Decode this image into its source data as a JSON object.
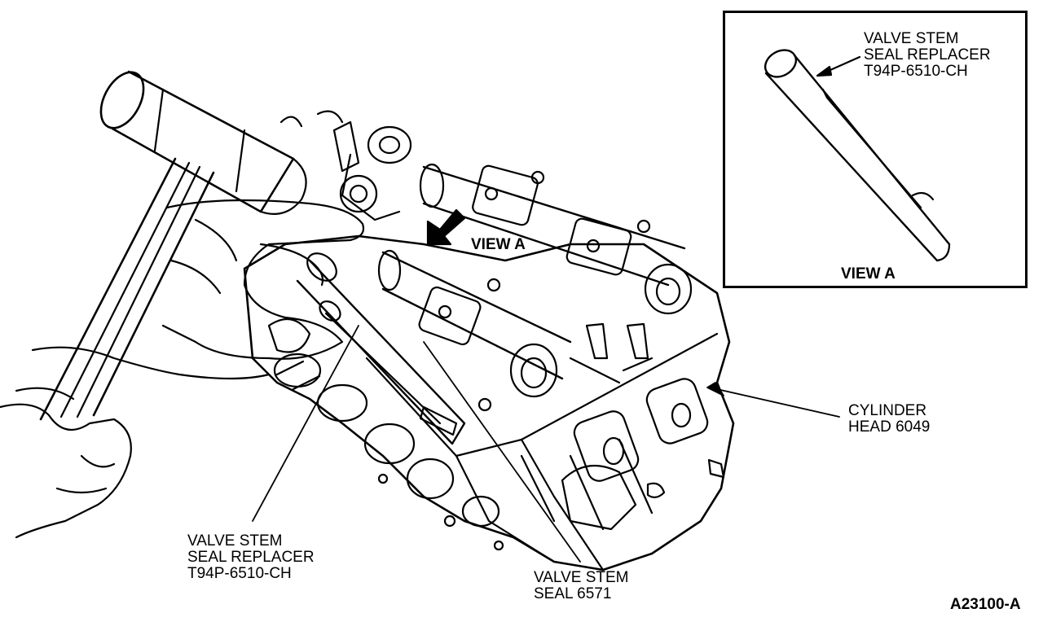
{
  "labels": {
    "inset_tool": [
      "VALVE STEM",
      "SEAL REPLACER",
      "T94P-6510-CH"
    ],
    "inset_view": "VIEW A",
    "main_view": "VIEW A",
    "cylinder_head": [
      "CYLINDER",
      "HEAD 6049"
    ],
    "tool_main": [
      "VALVE STEM",
      "SEAL REPLACER",
      "T94P-6510-CH"
    ],
    "valve_seal": [
      "VALVE STEM",
      "SEAL 6571"
    ],
    "figure_id": "A23100-A"
  },
  "colors": {
    "ink": "#000000",
    "paper": "#ffffff"
  },
  "icons": [
    "mallet-icon",
    "hand-icon",
    "cylinder-head-icon",
    "seal-replacer-tool-icon",
    "view-arrow-icon"
  ]
}
